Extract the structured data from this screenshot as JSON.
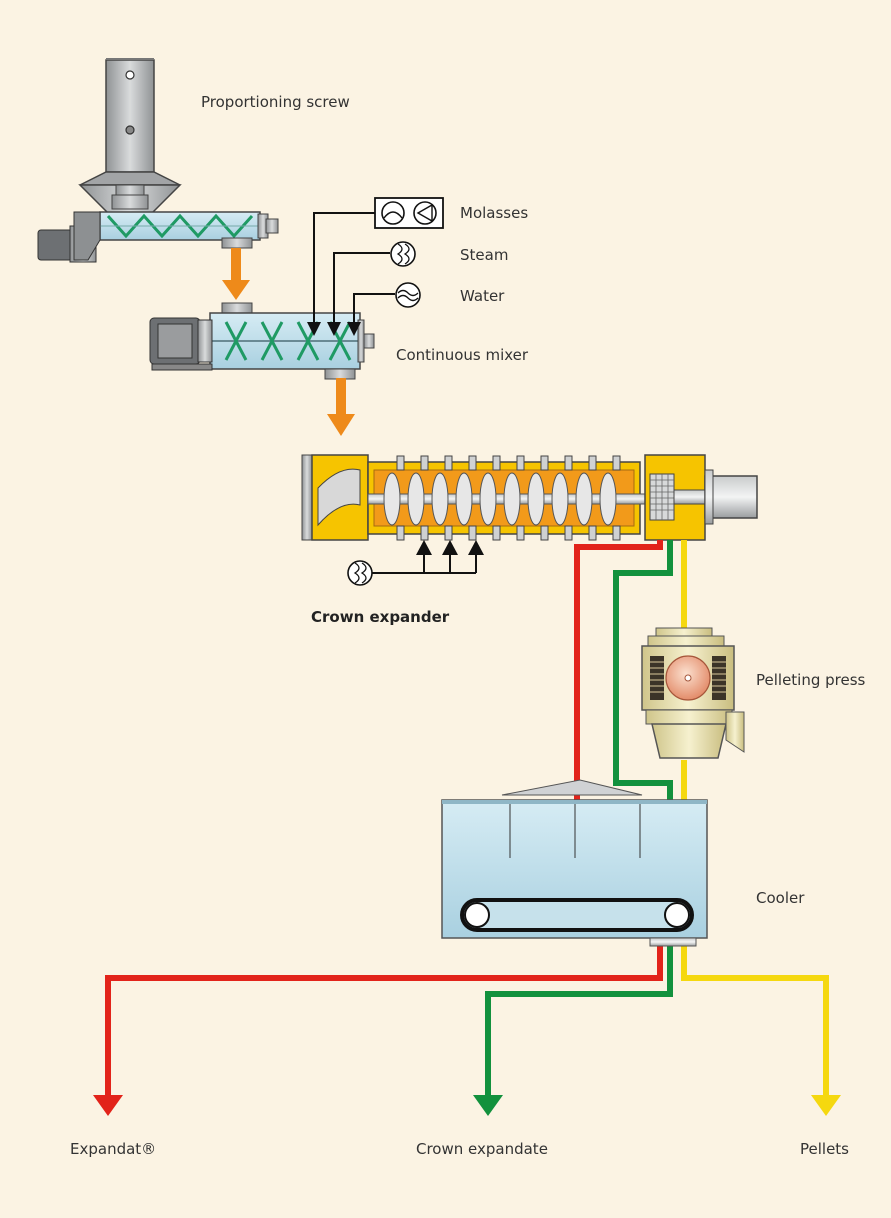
{
  "labels": {
    "proportioning_screw": "Proportioning screw",
    "molasses": "Molasses",
    "steam": "Steam",
    "water": "Water",
    "continuous_mixer": "Continuous mixer",
    "crown_expander": "Crown expander",
    "pelleting_press": "Pelleting press",
    "cooler": "Cooler"
  },
  "outputs": {
    "expandat": "Expandat®",
    "crown_expandate": "Crown expandate",
    "pellets": "Pellets"
  },
  "colors": {
    "background": "#fbf3e3",
    "feed_arrow": "#ee8a1a",
    "expandat_line": "#e2231a",
    "crown_expandate_line": "#12913d",
    "pellets_line": "#f5d80f",
    "expander_body": "#f6c400",
    "mixer_blades": "#2aa36b"
  },
  "icons": [
    "pump-icon",
    "valve-icon"
  ]
}
